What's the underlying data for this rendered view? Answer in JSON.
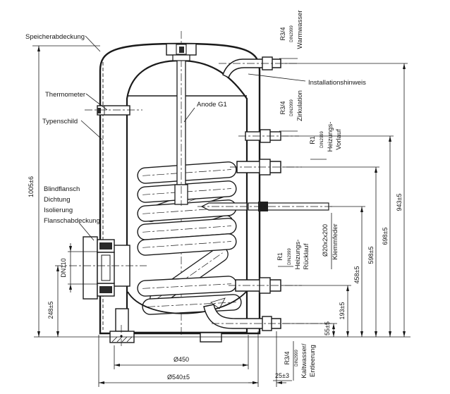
{
  "drawing": {
    "part_labels": {
      "speicherabdeckung": "Speicherabdeckung",
      "thermometer": "Thermometer",
      "typenschild": "Typenschild",
      "flange_stack": [
        "Blindflansch",
        "Dichtung",
        "Isolierung",
        "Flanschabdeckung"
      ],
      "anode": "Anode G1",
      "installationshinweis": "Installationshinweis"
    },
    "connections": {
      "warmwasser": {
        "thread": "R3/4",
        "norm": "DIN2999",
        "name": "Warmwasser"
      },
      "zirkulation": {
        "thread": "R3/4",
        "norm": "DIN2999",
        "name": "Zirkulation"
      },
      "vorlauf": {
        "thread": "R1",
        "norm": "DIN2999",
        "name1": "Heizungs-",
        "name2": "Vorlauf"
      },
      "klemmfeder": {
        "size": "Ø20x2x200",
        "name": "Klemmfeder"
      },
      "ruecklauf": {
        "thread": "R1",
        "norm": "DIN2999",
        "name1": "Heizungs-",
        "name2": "Rücklauf"
      },
      "kaltwasser": {
        "thread": "R3/4",
        "norm": "DIN2999",
        "name1": "Kaltwasser/",
        "name2": "Entleerung"
      }
    },
    "dims": {
      "total_height": "1005±6",
      "warmwasser_h": "943±5",
      "zirkulation_h": "698±5",
      "vorlauf_h": "598±5",
      "klemmfeder_h": "458±5",
      "ruecklauf_h": "193±5",
      "kaltwasser_h": "55±5",
      "flange_center_h": "248±5",
      "flange_dn": "DN110",
      "d_inner": "Ø450",
      "d_outer": "Ø540±5",
      "offset": "25±3"
    },
    "colors": {
      "line": "#1a1a1a",
      "bg": "#ffffff"
    }
  }
}
